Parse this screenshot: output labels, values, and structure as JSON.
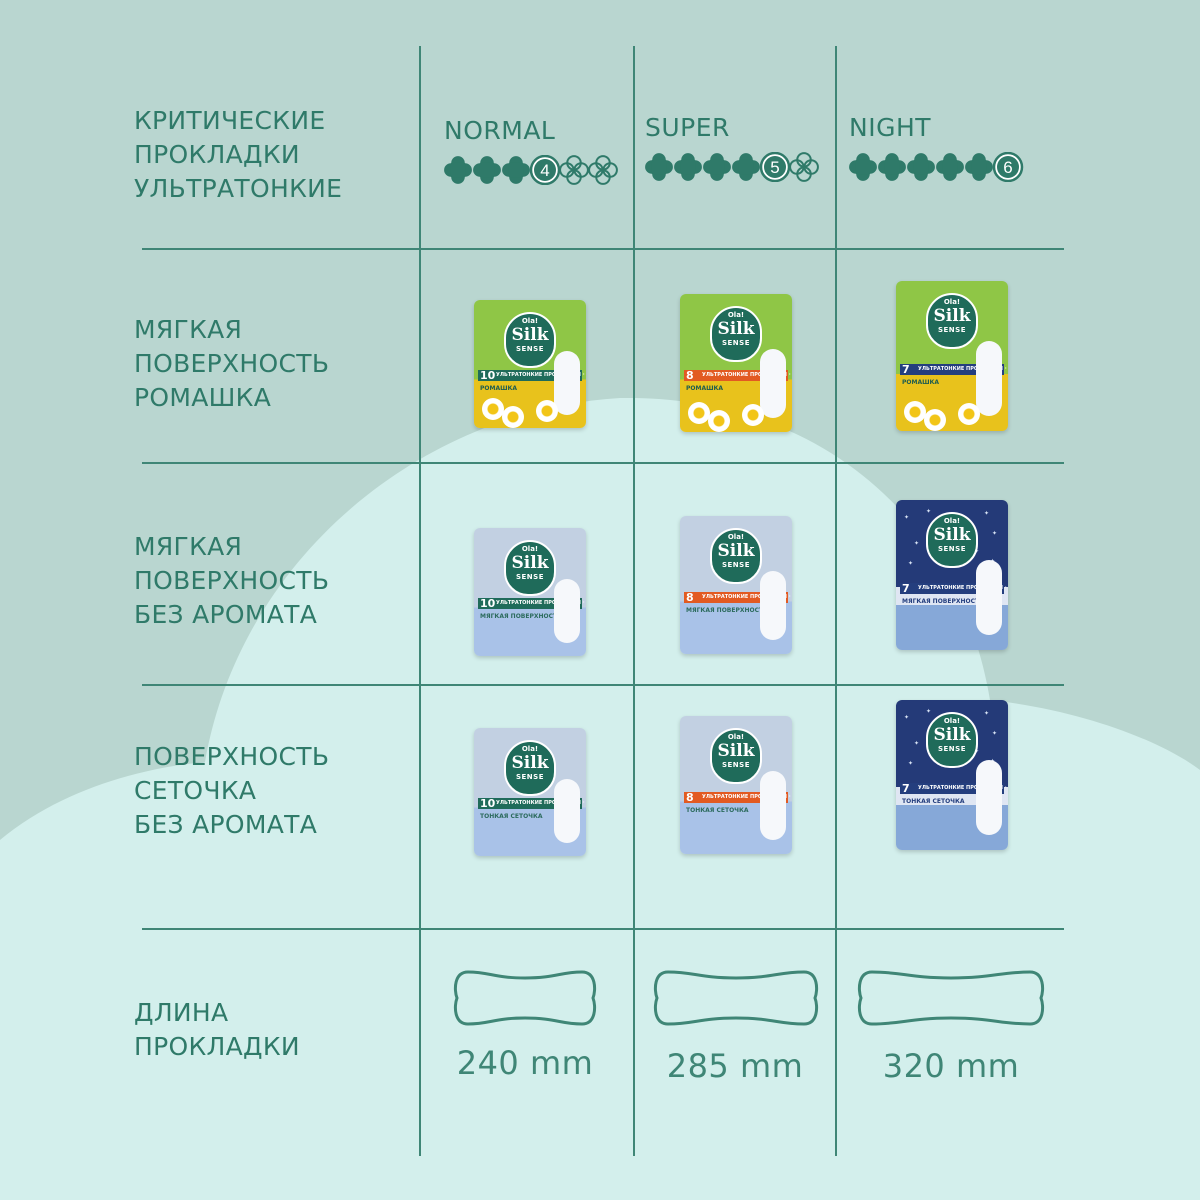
{
  "colors": {
    "background": "#b9d6d0",
    "light_curve": "#d3efec",
    "brand_green": "#2f7a69",
    "grid": "#3f8676"
  },
  "header": {
    "title_lines": [
      "КРИТИЧЕСКИЕ",
      "ПРОКЛАДКИ",
      "УЛЬТРАТОНКИЕ"
    ]
  },
  "columns": [
    {
      "name": "NORMAL",
      "level": 4,
      "max_drops": 6
    },
    {
      "name": "SUPER",
      "level": 5,
      "max_drops": 6
    },
    {
      "name": "NIGHT",
      "level": 6,
      "max_drops": 6
    }
  ],
  "rows": [
    {
      "label_lines": [
        "МЯГКАЯ",
        "ПОВЕРХНОСТЬ",
        "РОМАШКА"
      ]
    },
    {
      "label_lines": [
        "МЯГКАЯ",
        "ПОВЕРХНОСТЬ",
        "БЕЗ АРОМАТА"
      ]
    },
    {
      "label_lines": [
        "ПОВЕРХНОСТЬ",
        "СЕТОЧКА",
        "БЕЗ АРОМАТА"
      ]
    }
  ],
  "brand": {
    "ola": "Ola!",
    "silk": "Silk",
    "sense": "SENSE"
  },
  "packs": {
    "chamomile": [
      {
        "count": "10",
        "band_text": "УЛЬТРАТОНКИЕ ПРОКЛАДКИ · НОРМАЛ",
        "variant": "РОМАШКА"
      },
      {
        "count": "8",
        "band_text": "УЛЬТРАТОНКИЕ ПРОКЛАДКИ · СУПЕР",
        "variant": "РОМАШКА"
      },
      {
        "count": "7",
        "band_text": "УЛЬТРАТОНКИЕ ПРОКЛАДКИ · НОЧНЫЕ",
        "variant": "РОМАШКА"
      }
    ],
    "soft": [
      {
        "count": "10",
        "band_text": "УЛЬТРАТОНКИЕ ПРОКЛАДКИ · НОРМАЛ",
        "variant": "МЯГКАЯ ПОВЕРХНОСТЬ"
      },
      {
        "count": "8",
        "band_text": "УЛЬТРАТОНКИЕ ПРОКЛАДКИ · СУПЕР",
        "variant": "МЯГКАЯ ПОВЕРХНОСТЬ"
      },
      {
        "count": "7",
        "band_text": "УЛЬТРАТОНКИЕ ПРОКЛАДКИ · НОЧНЫЕ",
        "variant": "МЯГКАЯ ПОВЕРХНОСТЬ"
      }
    ],
    "mesh": [
      {
        "count": "10",
        "band_text": "УЛЬТРАТОНКИЕ ПРОКЛАДКИ · НОРМАЛ",
        "variant": "ТОНКАЯ СЕТОЧКА"
      },
      {
        "count": "8",
        "band_text": "УЛЬТРАТОНКИЕ ПРОКЛАДКИ · СУПЕР",
        "variant": "ТОНКАЯ СЕТОЧКА"
      },
      {
        "count": "7",
        "band_text": "УЛЬТРАТОНКИЕ ПРОКЛАДКИ · НОЧНЫЕ",
        "variant": "ТОНКАЯ СЕТОЧКА"
      }
    ]
  },
  "length": {
    "label_lines": [
      "ДЛИНА",
      "ПРОКЛАДКИ"
    ],
    "values": [
      "240 mm",
      "285 mm",
      "320 mm"
    ]
  }
}
